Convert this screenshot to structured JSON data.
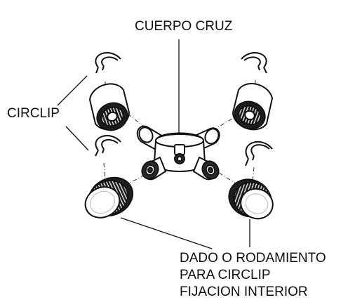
{
  "labels": {
    "cuerpo_cruz": "CUERPO CRUZ",
    "circlip": "CIRCLIP",
    "dado_lines": [
      "DADO O RODAMIENTO",
      "PARA CIRCLIP",
      "FIJACION INTERIOR"
    ]
  },
  "colors": {
    "ink": "#111111",
    "dark_fill": "#2a2a2a",
    "light_fill": "#ffffff",
    "mid_fill": "#d8d8d8"
  },
  "parts": {
    "circlips": [
      "circlip-top-left",
      "circlip-top-right",
      "circlip-bottom-left",
      "circlip-bottom-right"
    ],
    "bearing_caps": [
      "bearing-cap-top-left",
      "bearing-cap-top-right",
      "bearing-cap-bottom-left",
      "bearing-cap-bottom-right"
    ]
  }
}
